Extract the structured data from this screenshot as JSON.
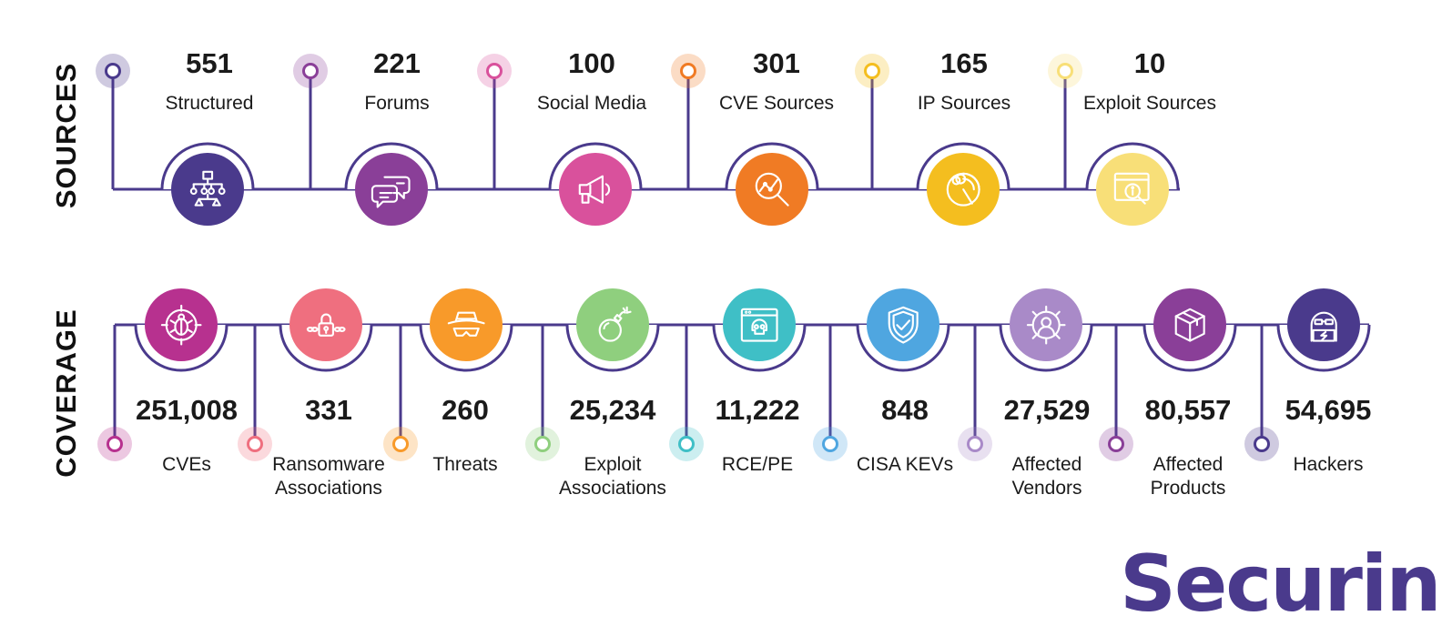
{
  "sections": {
    "sources_title": "SOURCES",
    "coverage_title": "COVERAGE"
  },
  "sources": [
    {
      "number": "551",
      "label": "Structured",
      "color": "#4a3a8c",
      "dot": "#4a3a8c",
      "icon": "hierarchy-icon"
    },
    {
      "number": "221",
      "label": "Forums",
      "color": "#8a3f98",
      "dot": "#8a3f98",
      "icon": "chat-bubbles-icon"
    },
    {
      "number": "100",
      "label": "Social Media",
      "color": "#d9519c",
      "dot": "#d9519c",
      "icon": "megaphone-icon"
    },
    {
      "number": "301",
      "label": "CVE Sources",
      "color": "#f07b24",
      "dot": "#f07b24",
      "icon": "magnifier-chart-icon"
    },
    {
      "number": "165",
      "label": "IP Sources",
      "color": "#f4be1f",
      "dot": "#f4be1f",
      "icon": "radar-icon"
    },
    {
      "number": "10",
      "label": "Exploit Sources",
      "color": "#f8df78",
      "dot": "#f8df78",
      "icon": "browser-search-icon"
    }
  ],
  "coverage": [
    {
      "number": "251,008",
      "label": "CVEs",
      "color": "#b7318f",
      "dot": "#b7318f",
      "icon": "bug-target-icon"
    },
    {
      "number": "331",
      "label": "Ransomware\nAssociations",
      "color": "#ef6f7f",
      "dot": "#ef6f7f",
      "icon": "padlock-chain-icon"
    },
    {
      "number": "260",
      "label": "Threats",
      "color": "#f89a2a",
      "dot": "#f89a2a",
      "icon": "spy-hat-icon"
    },
    {
      "number": "25,234",
      "label": "Exploit\nAssociations",
      "color": "#8fcf7e",
      "dot": "#8fcf7e",
      "icon": "bomb-icon"
    },
    {
      "number": "11,222",
      "label": "RCE/PE",
      "color": "#3fbfc6",
      "dot": "#3fbfc6",
      "icon": "skull-window-icon"
    },
    {
      "number": "848",
      "label": "CISA KEVs",
      "color": "#4fa6e0",
      "dot": "#4fa6e0",
      "icon": "shield-check-icon"
    },
    {
      "number": "27,529",
      "label": "Affected\nVendors",
      "color": "#a98ac8",
      "dot": "#a98ac8",
      "icon": "gear-person-icon"
    },
    {
      "number": "80,557",
      "label": "Affected\nProducts",
      "color": "#8a3f98",
      "dot": "#8a3f98",
      "icon": "package-box-icon"
    },
    {
      "number": "54,695",
      "label": "Hackers",
      "color": "#4a3a8c",
      "dot": "#4a3a8c",
      "icon": "hacker-icon"
    }
  ],
  "logo": {
    "text": "Securin",
    "color": "#4a3a8c",
    "accent": "#f07b24"
  }
}
